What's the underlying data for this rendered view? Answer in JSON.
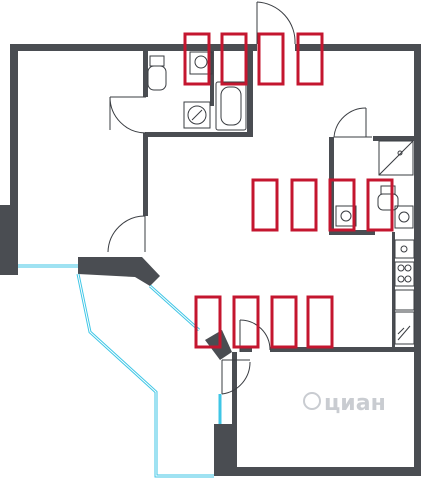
{
  "plan": {
    "watermark": "циан",
    "colors": {
      "wall": "#4a4d52",
      "glass": "#3fc6e6",
      "marker": "#c4162f",
      "fixture": "#3a3d42",
      "watermark": "#c9ccd1"
    },
    "marker_groups": [
      {
        "label": "top",
        "count": 4
      },
      {
        "label": "middle-right",
        "count": 4
      },
      {
        "label": "bottom",
        "count": 4
      }
    ]
  }
}
